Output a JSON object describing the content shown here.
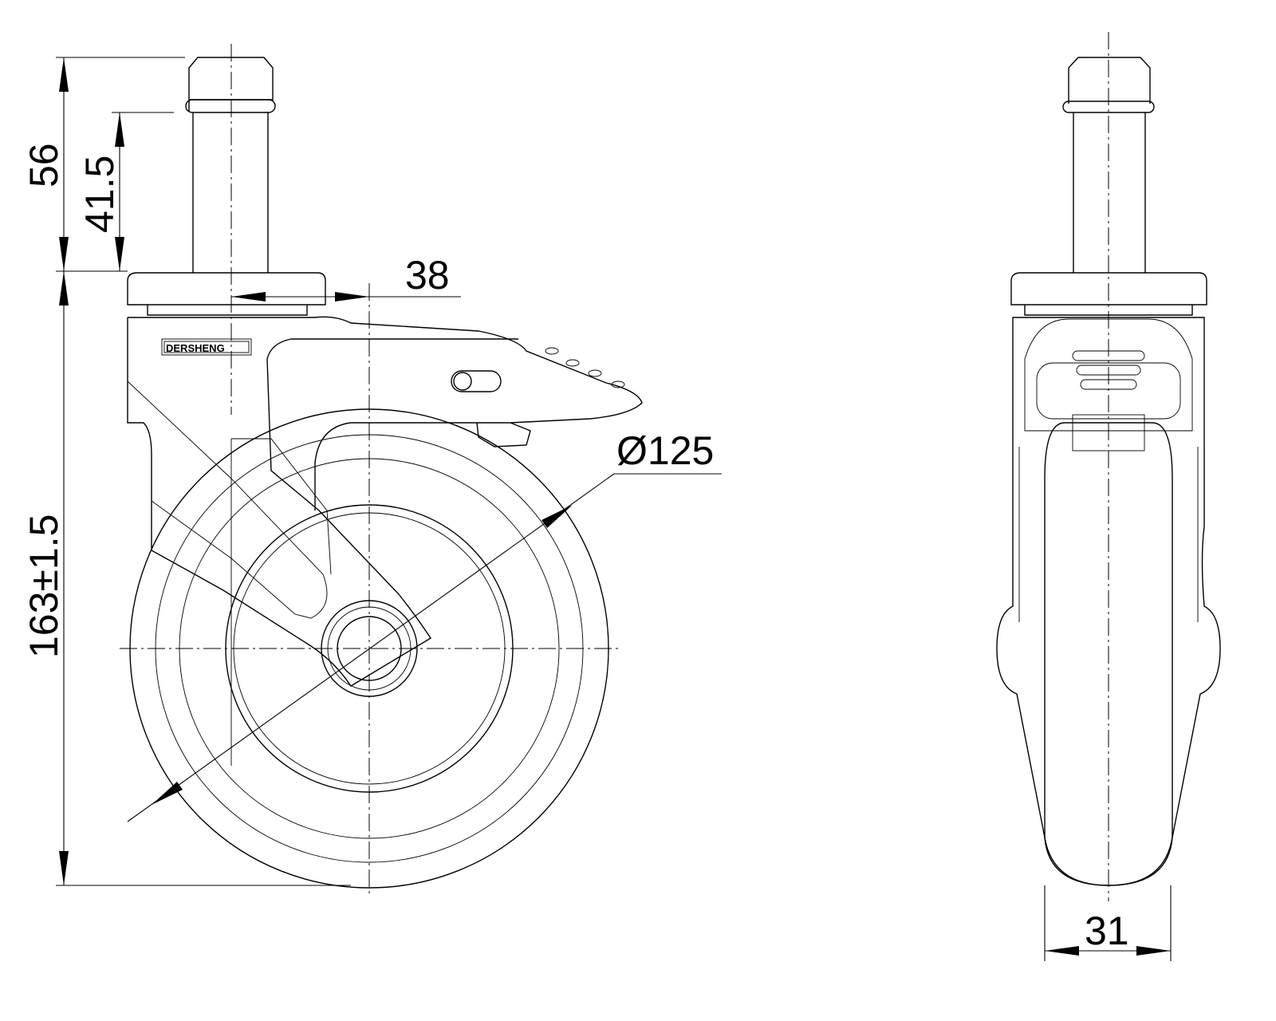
{
  "brand": {
    "logo_text": "DERSHENG"
  },
  "dimensions": {
    "stem_total_height": "56",
    "stem_insert_height": "41.5",
    "overall_height": "163±1.5",
    "offset": "38",
    "wheel_diameter": "Ø125",
    "wheel_width": "31"
  }
}
